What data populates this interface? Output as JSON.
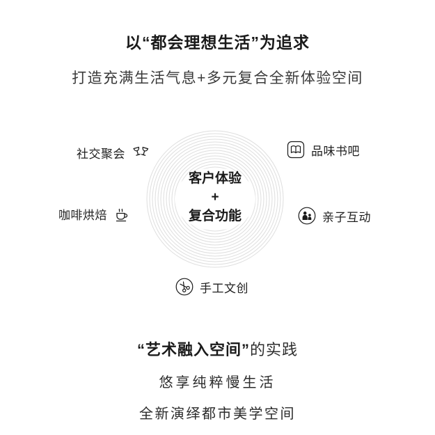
{
  "title": "以“都会理想生活”为追求",
  "subtitle": "打造充满生活气息+多元复合全新体验空间",
  "diagram": {
    "center": {
      "line1": "客户体验",
      "plus": "+",
      "line2": "复合功能"
    },
    "ring_color": "#dedede",
    "features": [
      {
        "label": "社交聚会",
        "icon": "wine-glasses-icon",
        "position": "top-left"
      },
      {
        "label": "品味书吧",
        "icon": "open-book-icon",
        "position": "top-right"
      },
      {
        "label": "咖啡烘焙",
        "icon": "coffee-cup-icon",
        "position": "left"
      },
      {
        "label": "亲子互动",
        "icon": "parent-child-icon",
        "position": "right"
      },
      {
        "label": "手工文创",
        "icon": "scissors-icon",
        "position": "bottom"
      }
    ]
  },
  "footer": {
    "line1_quote": "“艺术融入空间”",
    "line1_rest": "的实践",
    "line2": "悠享纯粹慢生活",
    "line3": "全新演绎都市美学空间"
  }
}
